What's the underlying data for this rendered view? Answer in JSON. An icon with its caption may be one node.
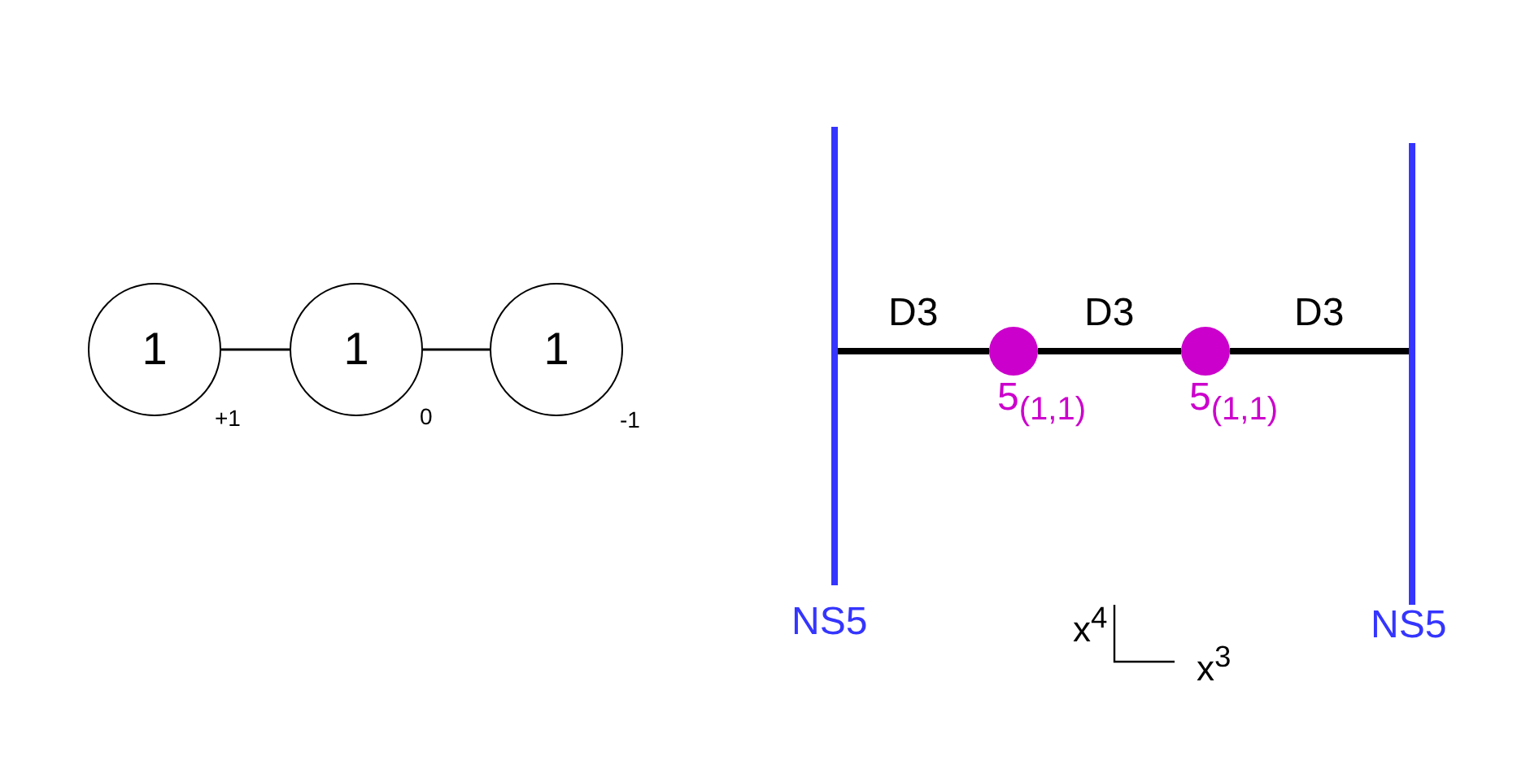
{
  "diagram": {
    "nodes": [
      {
        "text": [
          "1"
        ],
        "beside": [
          "+1"
        ]
      },
      {
        "text": [
          "1"
        ],
        "beside": [
          "0"
        ]
      },
      {
        "text": [
          "1"
        ],
        "beside": [
          "-1"
        ]
      },
      {
        "text": [],
        "shape": "bar",
        "beside": [
          "NS5"
        ]
      },
      {
        "text": [],
        "shape": "circle",
        "beside": [
          "5$_{(1,1)}$"
        ]
      },
      {
        "text": [],
        "shape": "circle",
        "beside": [
          "5$_{(1,1)}$"
        ]
      },
      {
        "text": [],
        "shape": "bar",
        "beside": [
          "NS5"
        ]
      }
    ],
    "edges": [
      {
        "from": 0,
        "to": 1,
        "arrow": "none"
      },
      {
        "from": 1,
        "to": 2,
        "arrow": "none"
      },
      {
        "from": 3,
        "to": 4,
        "arrow": "none",
        "label": "D3"
      },
      {
        "from": 4,
        "to": 5,
        "arrow": "none",
        "label": "D3"
      },
      {
        "from": 5,
        "to": 6,
        "arrow": "none",
        "label": "D3"
      }
    ],
    "labels": [
      "x$^{4}$",
      "x$^{3}$"
    ]
  }
}
